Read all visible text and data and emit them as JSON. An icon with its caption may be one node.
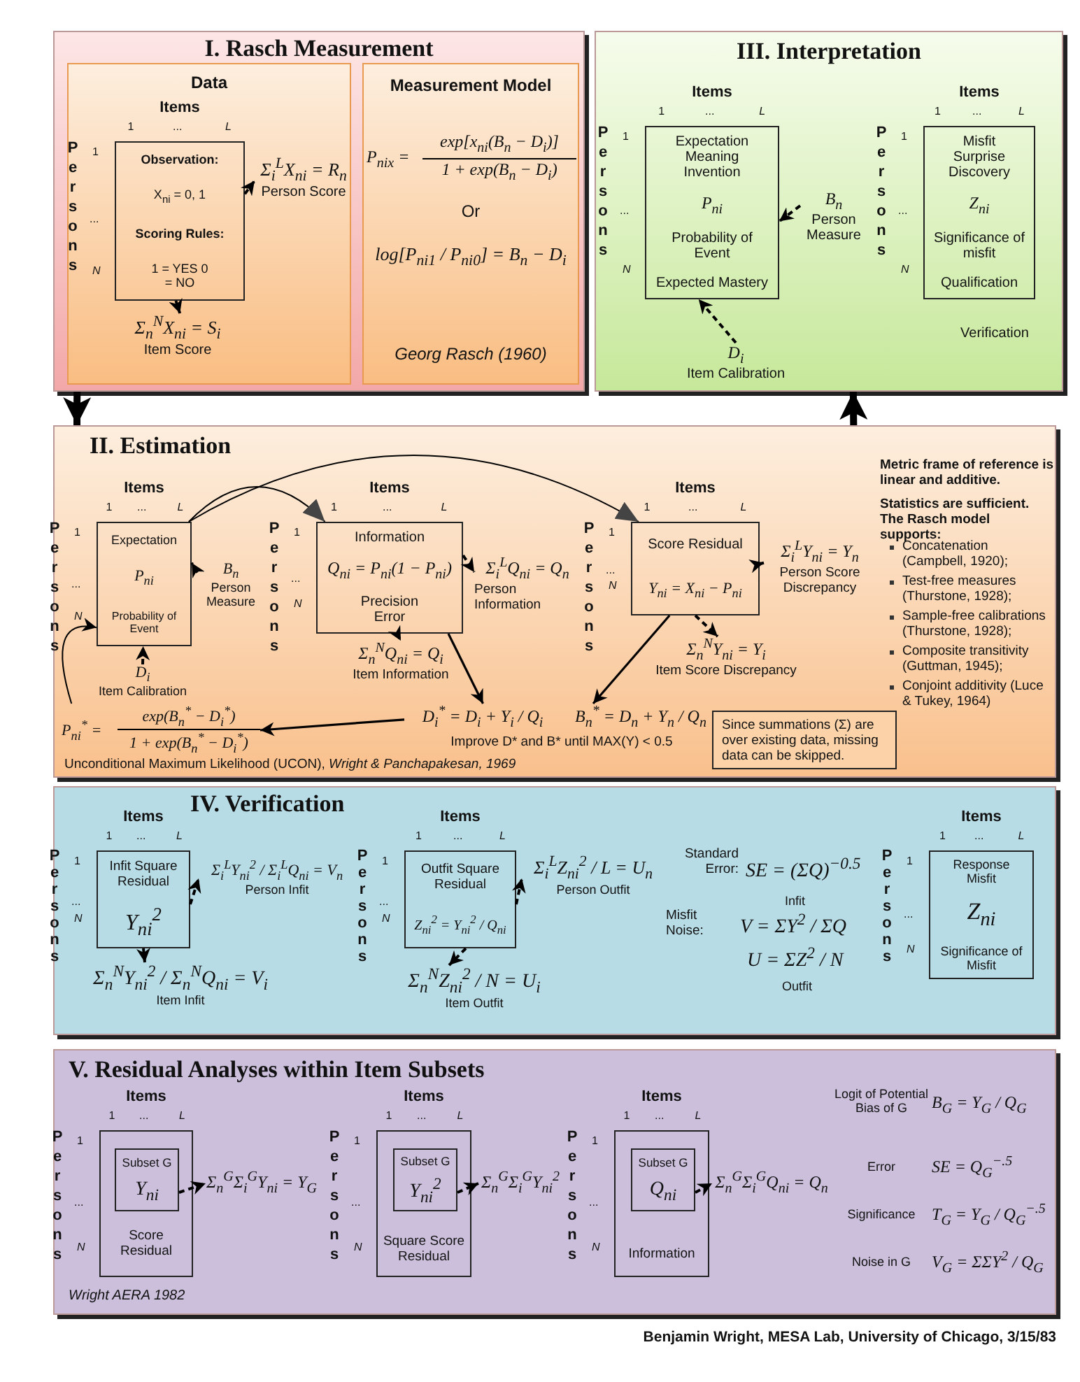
{
  "diagram": {
    "caption": "Benjamin Wright, MESA Lab, University of Chicago, 3/15/83",
    "nodes": [
      {
        "text": [
          "I. Rasch Measurement"
        ]
      },
      {
        "text": [
          "Data"
        ],
        "in": 0
      },
      {
        "text": [
          "Observation:",
          "X$_{ni}$ = 0, 1",
          "Scoring Rules:",
          "1 = YES 0 = NO"
        ],
        "in": 1,
        "beside": [
          "Items",
          "1",
          "...",
          "L",
          "Persons",
          "1",
          "...",
          "N"
        ]
      },
      {
        "text": [
          "Σ$_{i}$$^{L}$X$_{ni}$ = R$_{n}$",
          "Person Score"
        ],
        "in": 1
      },
      {
        "text": [
          "Σ$_{n}$$^{N}$X$_{ni}$ = S$_{i}$",
          "Item Score"
        ],
        "in": 1
      },
      {
        "text": [
          "Measurement Model",
          "P$_{nix}$ =",
          "exp[x$_{ni}$(B$_{n}$ − D$_{i}$)]",
          "1 + exp(B$_{n}$ − D$_{i}$)",
          "Or",
          "log[P$_{ni1}$ / P$_{ni0}$] = B$_{n}$ − D$_{i}$",
          "Georg Rasch (1960)"
        ],
        "in": 0
      },
      {
        "text": [
          "III. Interpretation"
        ]
      },
      {
        "text": [
          "Expectation Meaning Invention",
          "P$_{ni}$",
          "Probability of Event",
          "Expected Mastery"
        ],
        "in": 6,
        "beside": [
          "Items",
          "1",
          "...",
          "L",
          "Persons",
          "1",
          "...",
          "N"
        ]
      },
      {
        "text": [
          "B$_{n}$",
          "Person Measure"
        ],
        "in": 6
      },
      {
        "text": [
          "D$_{i}$",
          "Item Calibration"
        ],
        "in": 6
      },
      {
        "text": [
          "Misfit Surprise Discovery",
          "Z$_{ni}$",
          "Significance of misfit",
          "Qualification"
        ],
        "in": 6,
        "beside": [
          "Items",
          "1",
          "...",
          "L",
          "Persons",
          "1",
          "...",
          "N"
        ]
      },
      {
        "text": [
          "II. Estimation"
        ]
      },
      {
        "text": [
          "Expectation",
          "P$_{ni}$",
          "Probability of Event"
        ],
        "in": 11,
        "beside": [
          "Items",
          "1",
          "...",
          "L",
          "Persons",
          "1",
          "...",
          "N"
        ]
      },
      {
        "text": [
          "B$_{n}$",
          "Person Measure"
        ],
        "in": 11
      },
      {
        "text": [
          "D$_{i}$",
          "Item Calibration"
        ],
        "in": 11
      },
      {
        "text": [
          "Information",
          "Q$_{ni}$ = P$_{ni}$(1 − P$_{ni}$)",
          "Precision Error"
        ],
        "in": 11,
        "beside": [
          "Items",
          "1",
          "...",
          "L",
          "Persons",
          "1",
          "...",
          "N"
        ]
      },
      {
        "text": [
          "Σ$_{i}$$^{L}$Q$_{ni}$ = Q$_{n}$",
          "Person Information"
        ],
        "in": 11
      },
      {
        "text": [
          "Σ$_{n}$$^{N}$Q$_{ni}$ = Q$_{i}$",
          "Item Information"
        ],
        "in": 11
      },
      {
        "text": [
          "Score Residual",
          "Y$_{ni}$ = X$_{ni}$ − P$_{ni}$"
        ],
        "in": 11,
        "beside": [
          "Items",
          "1",
          "...",
          "L",
          "Persons",
          "1",
          "...",
          "N"
        ]
      },
      {
        "text": [
          "Σ$_{i}$$^{L}$Y$_{ni}$ = Y$_{n}$",
          "Person Score Discrepancy"
        ],
        "in": 11
      },
      {
        "text": [
          "Σ$_{n}$$^{N}$Y$_{ni}$ = Y$_{i}$",
          "Item Score Discrepancy"
        ],
        "in": 11
      },
      {
        "text": [
          "D$_{i}$$^{*}$ = D$_{i}$ + Y$_{i}$ / Q$_{i}$",
          "B$_{n}$$^{*}$ = D$_{n}$ + Y$_{n}$ / Q$_{n}$",
          "Improve D* and B* until MAX(Y) < 0.5"
        ],
        "in": 11
      },
      {
        "text": [
          "P$_{ni}$$^{*}$ =",
          "exp(B$_{n}$$^{*}$ − D$_{i}$$^{*}$)",
          "1 + exp(B$_{n}$$^{*}$ − D$_{i}$$^{*}$)"
        ],
        "in": 11
      },
      {
        "text": [
          "Since summations (Σ) are over existing data, missing data can be skipped."
        ],
        "in": 11
      },
      {
        "text": [
          "IV. Verification"
        ]
      },
      {
        "text": [
          "Infit Square Residual",
          "Y$_{ni}$$^{2}$"
        ],
        "in": 24,
        "beside": [
          "Items",
          "1",
          "...",
          "L",
          "Persons",
          "1",
          "...",
          "N"
        ]
      },
      {
        "text": [
          "Σ$_{i}$$^{L}$Y$_{ni}$$^{2}$ / Σ$_{i}$$^{L}$Q$_{ni}$ = V$_{n}$",
          "Person Infit"
        ],
        "in": 24
      },
      {
        "text": [
          "Σ$_{n}$$^{N}$Y$_{ni}$$^{2}$ / Σ$_{n}$$^{N}$Q$_{ni}$ = V$_{i}$",
          "Item Infit"
        ],
        "in": 24
      },
      {
        "text": [
          "Outfit Square Residual",
          "Z$_{ni}$$^{2}$ = Y$_{ni}$$^{2}$ / Q$_{ni}$"
        ],
        "in": 24,
        "beside": [
          "Items",
          "1",
          "...",
          "L",
          "Persons",
          "1",
          "...",
          "N"
        ]
      },
      {
        "text": [
          "Σ$_{i}$$^{L}$Z$_{ni}$$^{2}$ / L = U$_{n}$",
          "Person Outfit"
        ],
        "in": 24
      },
      {
        "text": [
          "Σ$_{n}$$^{N}$Z$_{ni}$$^{2}$ / N = U$_{i}$",
          "Item Outfit"
        ],
        "in": 24
      },
      {
        "text": [
          "Response Misfit",
          "Z$_{ni}$",
          "Significance of Misfit"
        ],
        "in": 24,
        "beside": [
          "Items",
          "1",
          "...",
          "L",
          "Persons",
          "1",
          "...",
          "N"
        ]
      },
      {
        "text": [
          "V. Residual Analyses within Item Subsets"
        ]
      },
      {
        "text": [
          "Score Residual"
        ],
        "in": 32,
        "beside": [
          "Items",
          "1",
          "...",
          "L",
          "Persons",
          "1",
          "...",
          "N"
        ]
      },
      {
        "text": [
          "Subset G",
          "Y$_{ni}$"
        ],
        "in": 33
      },
      {
        "text": [
          "Σ$_{n}$$^{G}$Σ$_{i}$$^{G}$Y$_{ni}$ = Y$_{G}$"
        ],
        "in": 32
      },
      {
        "text": [
          "Square Score Residual"
        ],
        "in": 32,
        "beside": [
          "Items",
          "1",
          "...",
          "L",
          "Persons",
          "1",
          "...",
          "N"
        ]
      },
      {
        "text": [
          "Subset G",
          "Y$_{ni}$$^{2}$"
        ],
        "in": 36
      },
      {
        "text": [
          "Σ$_{n}$$^{G}$Σ$_{i}$$^{G}$Y$_{ni}$$^{2}$"
        ],
        "in": 32
      },
      {
        "text": [
          "Information"
        ],
        "in": 32,
        "beside": [
          "Items",
          "1",
          "...",
          "L",
          "Persons",
          "1",
          "...",
          "N"
        ]
      },
      {
        "text": [
          "Subset G",
          "Q$_{ni}$"
        ],
        "in": 39
      },
      {
        "text": [
          "Σ$_{n}$$^{G}$Σ$_{i}$$^{G}$Q$_{ni}$ = Q$_{n}$"
        ],
        "in": 32
      }
    ],
    "edges": [
      {
        "from": 2,
        "to": 3,
        "arrow": "to",
        "style": "dashed"
      },
      {
        "from": 2,
        "to": 4,
        "arrow": "to",
        "style": "dashed"
      },
      {
        "from": 8,
        "to": 7,
        "arrow": "to",
        "style": "dashed"
      },
      {
        "from": 9,
        "to": 7,
        "arrow": "to",
        "style": "dashed"
      },
      {
        "from": 0,
        "to": 11,
        "arrow": "to",
        "style": "thick"
      },
      {
        "from": 11,
        "to": 6,
        "arrow": "to",
        "style": "thick"
      },
      {
        "from": 13,
        "to": 12,
        "arrow": "to",
        "style": "dashed"
      },
      {
        "from": 14,
        "to": 12,
        "arrow": "to",
        "style": "dashed"
      },
      {
        "from": 12,
        "to": 15,
        "arrow": "to"
      },
      {
        "from": 12,
        "to": 18,
        "arrow": "to"
      },
      {
        "from": 15,
        "to": 16,
        "arrow": "to",
        "style": "dashed"
      },
      {
        "from": 15,
        "to": 17,
        "arrow": "to",
        "style": "dashed"
      },
      {
        "from": 18,
        "to": 19,
        "arrow": "to",
        "style": "dashed"
      },
      {
        "from": 18,
        "to": 20,
        "arrow": "to",
        "style": "dashed"
      },
      {
        "from": 15,
        "to": 21,
        "arrow": "to"
      },
      {
        "from": 18,
        "to": 21,
        "arrow": "to"
      },
      {
        "from": 21,
        "to": 22,
        "arrow": "to"
      },
      {
        "from": 22,
        "to": 12,
        "arrow": "to"
      },
      {
        "from": 25,
        "to": 26,
        "arrow": "to",
        "style": "dashed"
      },
      {
        "from": 25,
        "to": 27,
        "arrow": "to",
        "style": "dashed"
      },
      {
        "from": 28,
        "to": 29,
        "arrow": "to",
        "style": "dashed"
      },
      {
        "from": 28,
        "to": 30,
        "arrow": "to",
        "style": "dashed"
      },
      {
        "from": 34,
        "to": 35,
        "arrow": "to",
        "style": "dashed"
      },
      {
        "from": 37,
        "to": 38,
        "arrow": "to",
        "style": "dashed"
      },
      {
        "from": 40,
        "to": 41,
        "arrow": "to",
        "style": "dashed"
      }
    ],
    "labels": [
      "Verification",
      "Metric frame of reference is linear and additive.",
      "Statistics are sufficient. The Rasch model supports:",
      "Concatenation (Campbell, 1920);",
      "Test-free measures (Thurstone, 1928);",
      "Sample-free calibrations (Thurstone, 1928);",
      "Composite transitivity (Guttman, 1945);",
      "Conjoint additivity (Luce & Tukey, 1964)",
      "Unconditional Maximum Likelihood (UCON), *Wright & Panchapakesan, 1969*",
      "Standard Error:",
      "SE = (ΣQ)$^{−0.5}$",
      "Misfit Noise:",
      "Infit",
      "V = ΣY$^{2}$ / ΣQ",
      "U = ΣZ$^{2}$ / N",
      "Outfit",
      "Logit of Potential Bias of G",
      "B$_{G}$ = Y$_{G}$ / Q$_{G}$",
      "Error",
      "SE = Q$_{G}$$^{−.5}$",
      "Significance",
      "T$_{G}$ = Y$_{G}$ / Q$_{G}$$^{−.5}$",
      "Noise in G",
      "V$_{G}$ = ΣΣY$^{2}$ / Q$_{G}$",
      "Wright AERA 1982"
    ]
  }
}
